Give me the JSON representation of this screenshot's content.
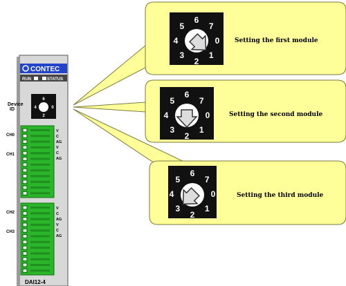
{
  "colors": {
    "callout_fill": "#ffff99",
    "callout_stroke": "#7a7a3a",
    "module_body": "#d8d8d8",
    "brand_bar": "#2244c8",
    "terminal_green": "#2bb52b",
    "dial_face": "#111111"
  },
  "module": {
    "brand": "CONTEC",
    "led_run": "RUN",
    "led_status": "STATUS",
    "device_label_line1": "Device",
    "device_label_line2": "ID",
    "channels": [
      "CH0",
      "CH1",
      "CH2",
      "CH3"
    ],
    "terminal_letters": [
      "V",
      "C",
      "AG",
      "V",
      "C",
      "AG"
    ],
    "model": "DAI12-4"
  },
  "dial_numbers": [
    "0",
    "1",
    "2",
    "3",
    "4",
    "5",
    "6",
    "7"
  ],
  "callouts": [
    {
      "label": "Setting the first module",
      "dial_setting": 1
    },
    {
      "label": "Setting the second module",
      "dial_setting": 2
    },
    {
      "label": "Setting the third module",
      "dial_setting": 3
    }
  ]
}
